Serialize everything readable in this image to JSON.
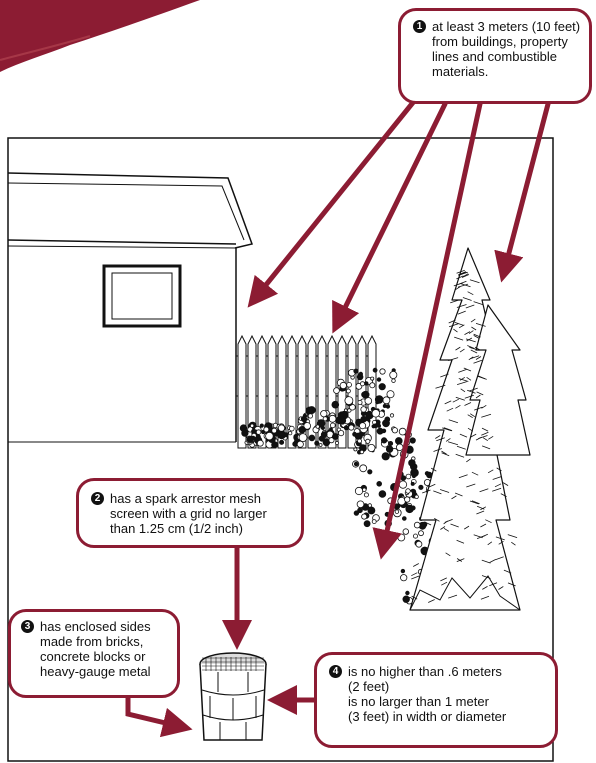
{
  "accent_color": "#8c1c33",
  "callouts": {
    "c1": {
      "number": "1",
      "lines": [
        "at least 3 meters (10 feet)",
        "from buildings, property",
        "lines and combustible",
        "materials."
      ]
    },
    "c2": {
      "number": "2",
      "lines": [
        "has a spark arrestor mesh",
        "screen with a grid no larger",
        "than 1.25 cm (1/2 inch)"
      ]
    },
    "c3": {
      "number": "3",
      "lines": [
        "has enclosed sides",
        "made from bricks,",
        "concrete blocks or",
        "heavy-gauge metal"
      ]
    },
    "c4": {
      "number": "4",
      "lines": [
        "is no higher than .6 meters",
        "(2 feet)",
        "is no larger than 1 meter",
        "(3 feet) in width or diameter"
      ]
    }
  },
  "illustration": {
    "elements": [
      "house",
      "window",
      "picket-fence",
      "shrubs",
      "evergreen-trees",
      "burn-barrel"
    ],
    "icons": [
      "arrow-icon",
      "corner-swoosh-icon"
    ]
  }
}
